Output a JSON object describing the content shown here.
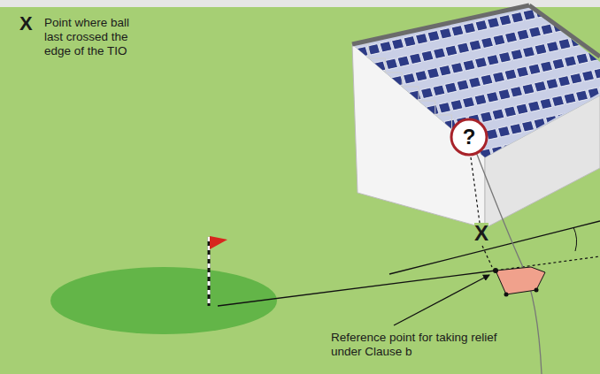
{
  "diagram": {
    "nodes": [
      {
        "text": [
          "?"
        ]
      }
    ],
    "labels": [
      "X",
      "Point where ball last crossed the edge of the TIO",
      "X",
      "Reference point for taking relief under Clause b"
    ]
  }
}
